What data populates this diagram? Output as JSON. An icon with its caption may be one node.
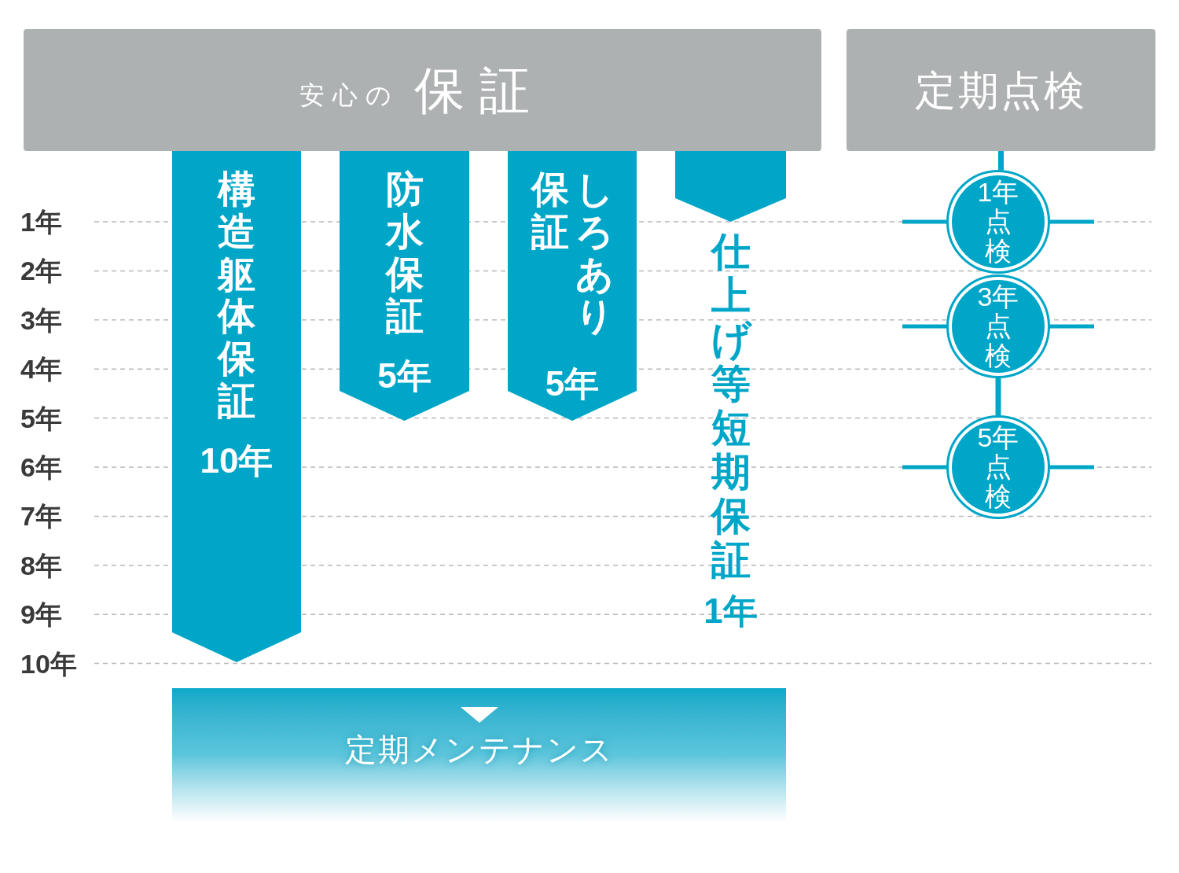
{
  "diagram": {
    "nodes": [
      {
        "text": [
          "安心の",
          "保証"
        ]
      },
      {
        "text": [
          "定期点検"
        ]
      },
      {
        "text": [
          "構造躯体保証",
          "10年"
        ]
      },
      {
        "text": [
          "防水保証",
          "5年"
        ]
      },
      {
        "text": [
          "保証",
          "しろあり",
          "5年"
        ]
      },
      {
        "text": [
          "仕上げ等短期保証",
          "1年"
        ]
      },
      {
        "text": [
          "1年点検"
        ]
      },
      {
        "text": [
          "3年点検"
        ]
      },
      {
        "text": [
          "5年点検"
        ]
      },
      {
        "text": [
          "定期メンテナンス"
        ]
      }
    ],
    "edges": [
      {
        "from": 1,
        "to": 6,
        "arrow": "none"
      },
      {
        "from": 7,
        "to": 8,
        "arrow": "none"
      }
    ],
    "labels": [
      "1年",
      "2年",
      "3年",
      "4年",
      "5年",
      "6年",
      "7年",
      "8年",
      "9年",
      "10年"
    ]
  }
}
